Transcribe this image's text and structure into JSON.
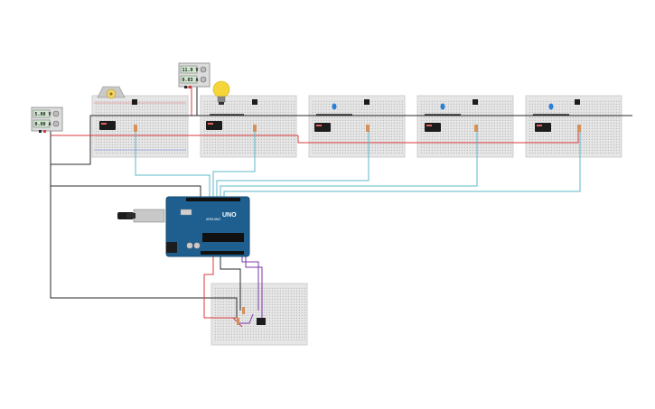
{
  "psu_top": {
    "voltage": "11.9 V",
    "current": "0.03 A"
  },
  "psu_left": {
    "voltage": "5.00 V",
    "current": "0.00 A"
  },
  "arduino": {
    "model": "UNO",
    "brand": "ARDUINO"
  },
  "colors": {
    "breadboard": "#e6e6e6",
    "arduino": "#1f5f8f",
    "wire_red": "#d93a3a",
    "wire_black": "#2b2b2b",
    "wire_cyan": "#5bb8c8",
    "wire_purple": "#7a3aa8",
    "lcd": "#cfe6cf",
    "bulb": "#f4d53a"
  },
  "icons": [
    "dc-motor-icon",
    "light-bulb-icon",
    "relay-icon",
    "led-icon",
    "usb-connector-icon",
    "power-jack-icon"
  ]
}
